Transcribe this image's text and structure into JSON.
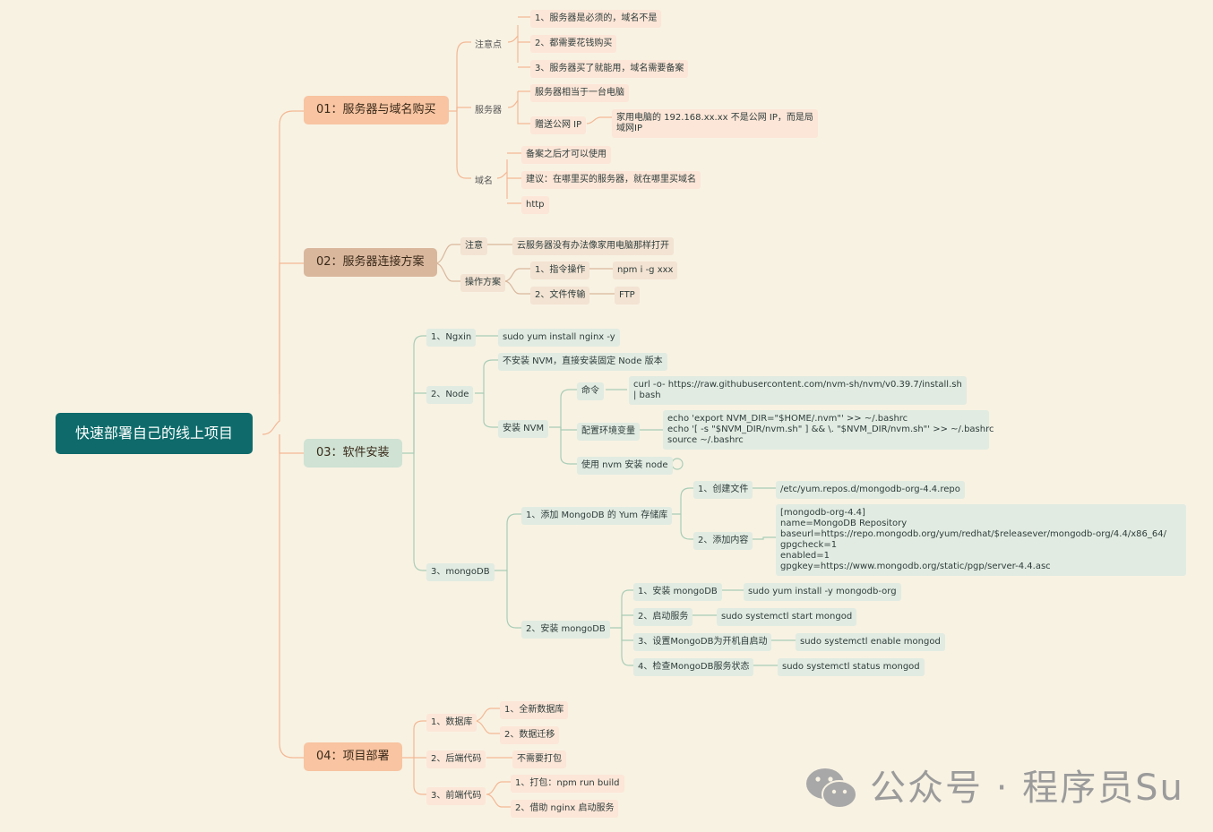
{
  "colors": {
    "root": "#0f6b6b",
    "orange": "#f8c4a1",
    "tan": "#d9b79c",
    "teal_light": "#cfe2d3",
    "line_orange": "#f3b894",
    "line_teal": "#a9cdb6",
    "background": "#f8f2e3"
  },
  "root": "快速部署自己的线上项目",
  "s01": {
    "title": "01：服务器与域名购买",
    "zhuyi": "注意点",
    "z1": "1、服务器是必须的，域名不是",
    "z2": "2、都需要花钱购买",
    "z3": "3、服务器买了就能用，域名需要备案",
    "fuwuqi": "服务器",
    "f1": "服务器相当于一台电脑",
    "f2": "赠送公网 IP",
    "f2a": "家用电脑的 192.168.xx.xx 不是公网 IP，而是局\n域网IP",
    "yuming": "域名",
    "y1": "备案之后才可以使用",
    "y2": "建议：在哪里买的服务器，就在哪里买域名",
    "y3": "http"
  },
  "s02": {
    "title": "02：服务器连接方案",
    "zhuyi": "注意",
    "z1": "云服务器没有办法像家用电脑那样打开",
    "caozuo": "操作方案",
    "c1": "1、指令操作",
    "c1a": "npm i -g xxx",
    "c2": "2、文件传输",
    "c2a": "FTP"
  },
  "s03": {
    "title": "03：软件安装",
    "ngxin": "1、Ngxin",
    "ngxin_cmd": "sudo yum install nginx -y",
    "node": "2、Node",
    "node1": "不安装 NVM，直接安装固定 Node 版本",
    "nvm": "安装 NVM",
    "nvm_cmd": "命令",
    "nvm_cmd_val": "curl -o- https://raw.githubusercontent.com/nvm-sh/nvm/v0.39.7/install.sh\n| bash",
    "nvm_env": "配置环境变量",
    "nvm_env_val": "echo 'export NVM_DIR=\"$HOME/.nvm\"' >> ~/.bashrc\necho '[ -s \"$NVM_DIR/nvm.sh\" ] && \\. \"$NVM_DIR/nvm.sh\"' >> ~/.bashrc\nsource ~/.bashrc",
    "nvm_use": "使用 nvm 安装 node",
    "mongo": "3、mongoDB",
    "m1": "1、添加 MongoDB 的 Yum 存储库",
    "m1a": "1、创建文件",
    "m1a_val": "/etc/yum.repos.d/mongodb-org-4.4.repo",
    "m1b": "2、添加内容",
    "m1b_val": "[mongodb-org-4.4]\nname=MongoDB Repository\nbaseurl=https://repo.mongodb.org/yum/redhat/$releasever/mongodb-org/4.4/x86_64/\ngpgcheck=1\nenabled=1\ngpgkey=https://www.mongodb.org/static/pgp/server-4.4.asc",
    "m2": "2、安装 mongoDB",
    "m2a": "1、安装 mongoDB",
    "m2a_val": "sudo yum install -y mongodb-org",
    "m2b": "2、启动服务",
    "m2b_val": "sudo systemctl start mongod",
    "m2c": "3、设置MongoDB为开机自启动",
    "m2c_val": "sudo systemctl enable mongod",
    "m2d": "4、检查MongoDB服务状态",
    "m2d_val": "sudo systemctl status mongod"
  },
  "s04": {
    "title": "04：项目部署",
    "db": "1、数据库",
    "db1": "1、全新数据库",
    "db2": "2、数据迁移",
    "be": "2、后端代码",
    "be1": "不需要打包",
    "fe": "3、前端代码",
    "fe1": "1、打包：npm run build",
    "fe2": "2、借助 nginx 启动服务"
  },
  "watermark": "公众号 · 程序员Su"
}
